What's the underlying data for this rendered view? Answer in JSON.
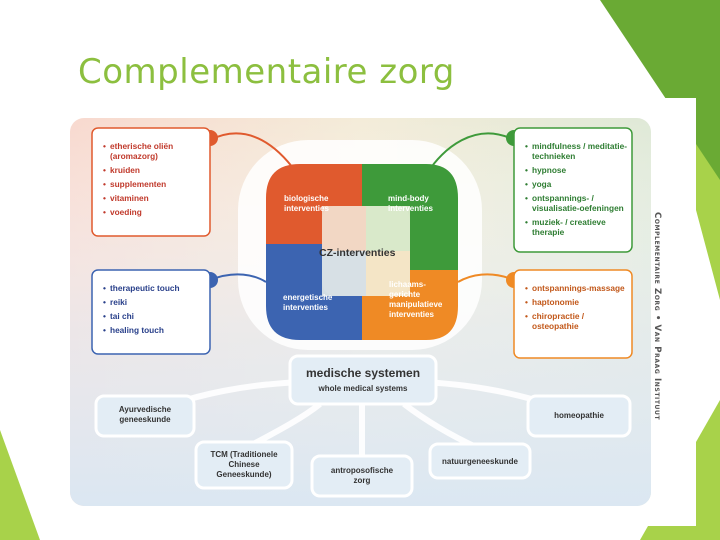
{
  "slide": {
    "title": "Complementaire zorg"
  },
  "colors": {
    "title": "#8cbf3f",
    "accent_green_light": "#a8d24a",
    "accent_green_dark": "#5f9f2c",
    "quad_red": "#e05a2e",
    "quad_green": "#3e9a3a",
    "quad_blue": "#3c64b1",
    "quad_orange": "#ef8a25"
  },
  "diagram": {
    "center_label": "CZ-interventies",
    "quadrants": {
      "red": "biologische interventies",
      "green": "mind-body interventies",
      "blue": "energetische interventies",
      "orange": "lichaams-gerichte manipulatieve interventies"
    },
    "quadrant_lines": {
      "red": [
        "biologische",
        "interventies"
      ],
      "green": [
        "mind-body",
        "interventies"
      ],
      "blue": [
        "energetische",
        "interventies"
      ],
      "orange": [
        "lichaams-",
        "gerichte",
        "manipulatieve",
        "interventies"
      ]
    },
    "lists": {
      "red": [
        "etherische oliën (aromazorg)",
        "kruiden",
        "supplementen",
        "vitaminen",
        "voeding"
      ],
      "green": [
        "mindfulness / meditatie-technieken",
        "hypnose",
        "yoga",
        "ontspannings- / visualisatie-oefeningen",
        "muziek- / creatieve therapie"
      ],
      "blue": [
        "therapeutic touch",
        "reiki",
        "tai chi",
        "healing touch"
      ],
      "orange": [
        "ontspannings-massage",
        "haptonomie",
        "chiropractie / osteopathie"
      ]
    },
    "medical_systems": {
      "title": "medische systemen",
      "subtitle": "whole medical systems",
      "items": {
        "ayurveda": "Ayurvedische geneeskunde",
        "tcm": "TCM (Traditionele Chinese Geneeskunde)",
        "antroposofisch": "antroposofische zorg",
        "natuur": "natuurgeneeskunde",
        "homeopathie": "homeopathie"
      }
    },
    "source": "Complementaire Zorg • Van Praag Instituut"
  }
}
